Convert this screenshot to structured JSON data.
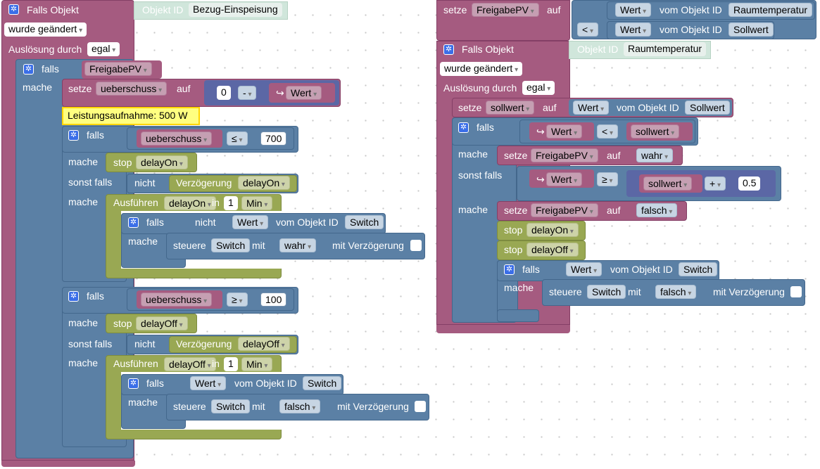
{
  "left": {
    "trigger": {
      "title": "Falls Objekt",
      "oid_label": "Objekt ID",
      "oid_value": "Bezug-Einspeisung",
      "cond": "wurde geändert",
      "ausl_label": "Auslösung durch",
      "ausl_value": "egal"
    },
    "if1": {
      "falls": "falls",
      "var": "FreigabePV",
      "mache": "mache"
    },
    "set1": {
      "setze": "setze",
      "var": "ueberschuss",
      "auf": "auf",
      "num": "0",
      "op": "-",
      "wert_icon": "↪",
      "wert": "Wert"
    },
    "comment": "Leistungsaufnahme: 500 W",
    "if_on": {
      "falls": "falls",
      "var": "ueberschuss",
      "op": "≤",
      "num": "700",
      "mache": "mache",
      "sonst": "sonst falls",
      "nicht": "nicht"
    },
    "stop_on": {
      "stop": "stop",
      "timer": "delayOn"
    },
    "delay_on": {
      "label": "Verzögerung",
      "timer": "delayOn"
    },
    "exec_on": {
      "label": "Ausführen",
      "timer": "delayOn",
      "in": "in",
      "num": "1",
      "unit": "Min"
    },
    "if_on_inner": {
      "falls": "falls",
      "nicht": "nicht",
      "wert": "Wert",
      "vom": "vom Objekt ID",
      "oid": "Switch",
      "mache": "mache"
    },
    "steuere_on": {
      "steuere": "steuere",
      "oid": "Switch",
      "mit": "mit",
      "val": "wahr",
      "verz": "mit Verzögerung"
    },
    "if_off": {
      "falls": "falls",
      "var": "ueberschuss",
      "op": "≥",
      "num": "100",
      "mache": "mache",
      "sonst": "sonst falls",
      "nicht": "nicht"
    },
    "stop_off": {
      "stop": "stop",
      "timer": "delayOff"
    },
    "delay_off": {
      "label": "Verzögerung",
      "timer": "delayOff"
    },
    "exec_off": {
      "label": "Ausführen",
      "timer": "delayOff",
      "in": "in",
      "num": "1",
      "unit": "Min"
    },
    "if_off_inner": {
      "falls": "falls",
      "wert": "Wert",
      "vom": "vom Objekt ID",
      "oid": "Switch",
      "mache": "mache"
    },
    "steuere_off": {
      "steuere": "steuere",
      "oid": "Switch",
      "mit": "mit",
      "val": "falsch",
      "verz": "mit Verzögerung"
    }
  },
  "right": {
    "setpv": {
      "setze": "setze",
      "var": "FreigabePV",
      "auf": "auf",
      "wert": "Wert",
      "vom": "vom Objekt ID",
      "oid1": "Raumtemperatur",
      "op": "<",
      "oid2": "Sollwert"
    },
    "trigger": {
      "title": "Falls Objekt",
      "oid_label": "Objekt ID",
      "oid_value": "Raumtemperatur",
      "cond": "wurde geändert",
      "ausl_label": "Auslösung durch",
      "ausl_value": "egal"
    },
    "setsoll": {
      "setze": "setze",
      "var": "sollwert",
      "auf": "auf",
      "wert": "Wert",
      "vom": "vom Objekt ID",
      "oid": "Sollwert"
    },
    "if": {
      "falls": "falls",
      "wert_icon": "↪",
      "wert": "Wert",
      "op1": "<",
      "var1": "sollwert",
      "mache": "mache",
      "sonst": "sonst falls",
      "op2": "≥",
      "var2": "sollwert",
      "plus": "+",
      "num": "0.5"
    },
    "set_true": {
      "setze": "setze",
      "var": "FreigabePV",
      "auf": "auf",
      "val": "wahr"
    },
    "set_false": {
      "setze": "setze",
      "var": "FreigabePV",
      "auf": "auf",
      "val": "falsch"
    },
    "stop_on": {
      "stop": "stop",
      "timer": "delayOn"
    },
    "stop_off": {
      "stop": "stop",
      "timer": "delayOff"
    },
    "if_inner": {
      "falls": "falls",
      "wert": "Wert",
      "vom": "vom Objekt ID",
      "oid": "Switch",
      "mache": "mache"
    },
    "steuere": {
      "steuere": "steuere",
      "oid": "Switch",
      "mit": "mit",
      "val": "falsch",
      "verz": "mit Verzögerung"
    }
  },
  "icons": {
    "gear": "gear-icon",
    "wert": "return-arrow-icon"
  }
}
